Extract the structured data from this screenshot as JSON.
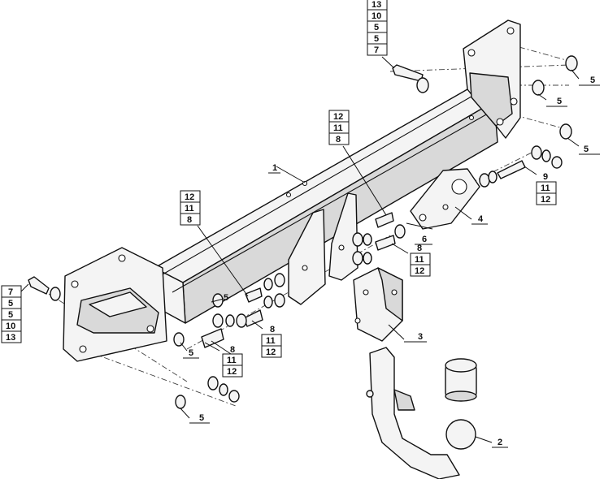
{
  "callouts": {
    "c1": "1",
    "c2": "2",
    "c3": "3",
    "c4": "4",
    "c5a": "5",
    "c5b": "5",
    "c5c": "5",
    "c5d": "5",
    "c5e": "5",
    "c5f": "5",
    "c6": "6",
    "c8a": "8",
    "c8b": "8",
    "c9": "9"
  },
  "stacks": {
    "top": [
      "13",
      "10",
      "5",
      "5",
      "7"
    ],
    "left": [
      "7",
      "5",
      "5",
      "10",
      "13"
    ],
    "mid_upper": [
      "12",
      "11",
      "8"
    ],
    "mid_left": [
      "12",
      "11",
      "8"
    ],
    "right_8": [
      "8",
      "11",
      "12"
    ],
    "lower_8": [
      "8",
      "11",
      "12"
    ],
    "center_8": [
      "8",
      "11",
      "12"
    ],
    "right_9": [
      "9",
      "11",
      "12"
    ]
  },
  "colors": {
    "line": "#111111",
    "fill": "#f4f4f4",
    "shade": "#d9d9d9"
  }
}
